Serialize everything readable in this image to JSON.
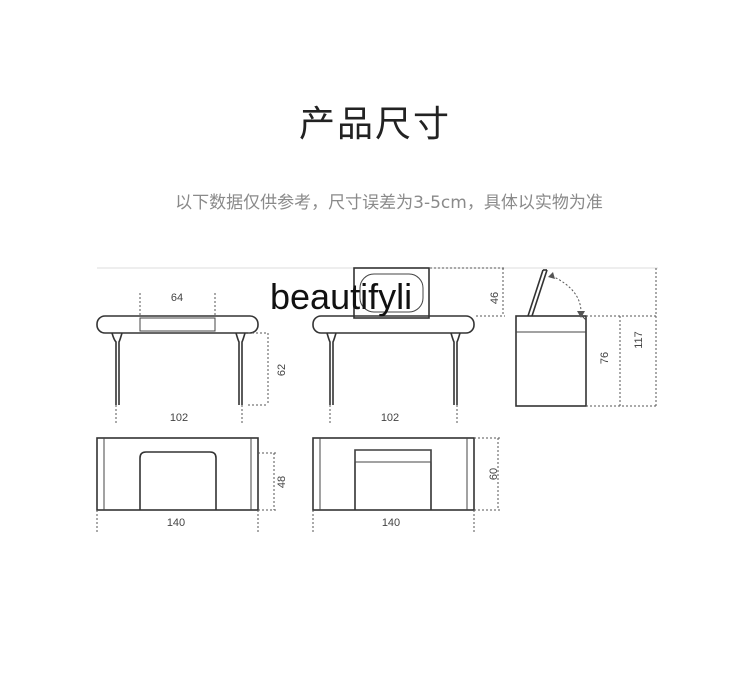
{
  "heading": {
    "title": "产品尺寸",
    "subtitle": "以下数据仅供参考，尺寸误差为3-5cm，具体以实物为准"
  },
  "watermark": "beautifyli",
  "dimensions": {
    "front_closed_top_width": "64",
    "front_closed_height": "62",
    "front_closed_width": "102",
    "front_open_mirror_height": "46",
    "front_open_width": "102",
    "side_height": "76",
    "side_total_height": "117",
    "top_closed_depth": "48",
    "top_closed_length": "140",
    "top_open_depth": "60",
    "top_open_length": "140"
  }
}
